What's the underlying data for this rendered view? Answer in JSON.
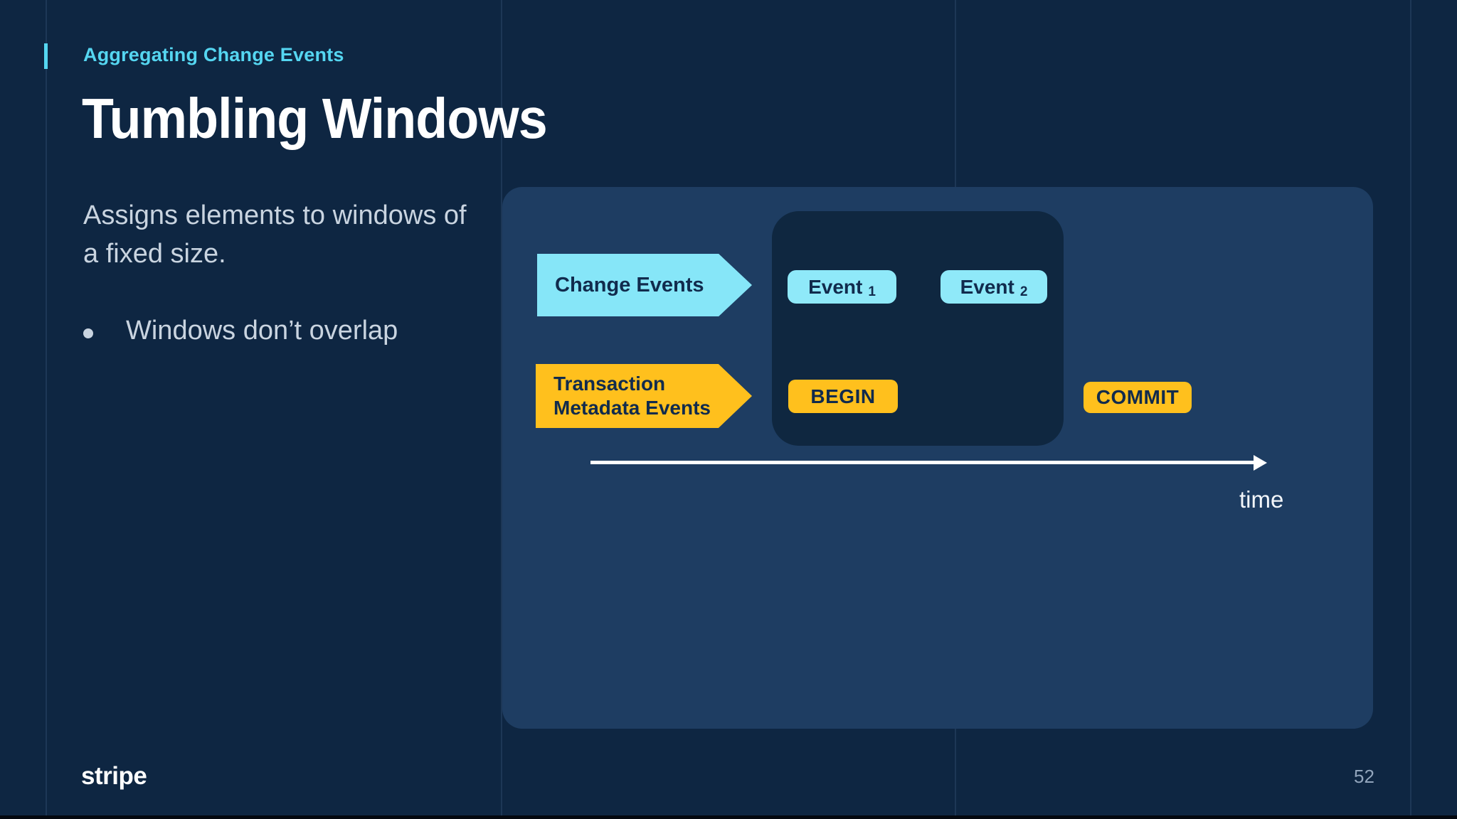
{
  "slide": {
    "eyebrow": "Aggregating Change Events",
    "title": "Tumbling Windows",
    "body": "Assigns elements to windows of a fixed size.",
    "bullet": "Windows don’t overlap",
    "footer_logo": "stripe",
    "page_number": "52"
  },
  "diagram": {
    "change_events_label": "Change Events",
    "transaction_label_line1": "Transaction",
    "transaction_label_line2": "Metadata Events",
    "events": [
      {
        "label": "Event",
        "sub": "1"
      },
      {
        "label": "Event",
        "sub": "2"
      }
    ],
    "begin_label": "BEGIN",
    "commit_label": "COMMIT",
    "time_label": "time"
  },
  "colors": {
    "background": "#0E2642",
    "panel": "#1E3D62",
    "window": "#0F2740",
    "accent_cyan": "#55D6F1",
    "cyan_fill": "#86E6F8",
    "event_fill": "#8FE9F9",
    "yellow_fill": "#FFC01D",
    "dark_text_on_fill": "#112B4D",
    "body_text": "#C9D4E0",
    "title_text": "#FFFFFF"
  }
}
